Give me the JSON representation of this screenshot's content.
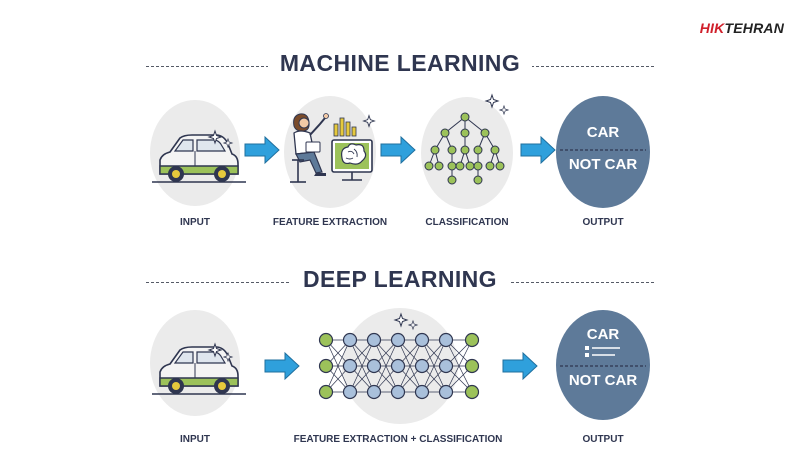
{
  "logo": {
    "part1": "HIK",
    "part2": "TEHRAN"
  },
  "colors": {
    "title": "#2f3650",
    "arrow": "#2fa0dc",
    "output_circle": "#5e7a99",
    "green": "#9cc25a",
    "accent_red": "#d0202b"
  },
  "machine_learning": {
    "title": "MACHINE LEARNING",
    "steps": [
      {
        "label": "INPUT",
        "icon": "car-icon"
      },
      {
        "label": "FEATURE EXTRACTION",
        "icon": "person-computer-brain-icon"
      },
      {
        "label": "CLASSIFICATION",
        "icon": "decision-tree-icon"
      },
      {
        "label": "OUTPUT",
        "icon": "output-circle-icon"
      }
    ],
    "output": {
      "top": "CAR",
      "bottom": "NOT CAR"
    }
  },
  "deep_learning": {
    "title": "DEEP LEARNING",
    "steps": [
      {
        "label": "INPUT",
        "icon": "car-icon"
      },
      {
        "label": "FEATURE EXTRACTION + CLASSIFICATION",
        "icon": "neural-network-icon"
      },
      {
        "label": "OUTPUT",
        "icon": "output-circle-icon"
      }
    ],
    "output": {
      "top": "CAR",
      "bottom": "NOT CAR"
    }
  }
}
